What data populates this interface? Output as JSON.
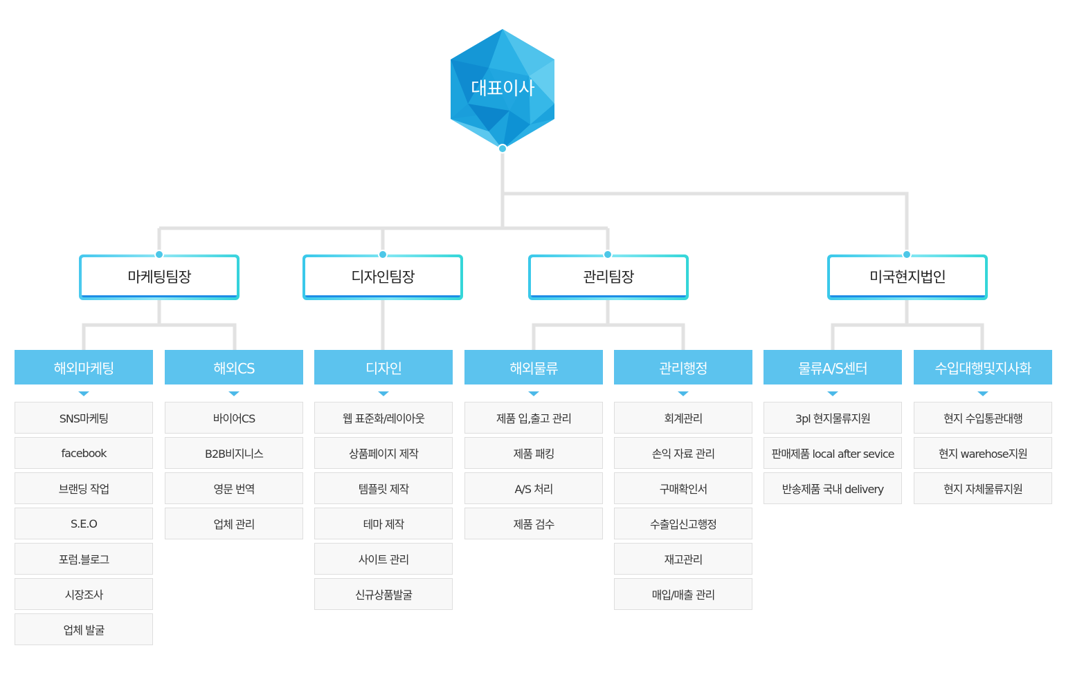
{
  "ceo": {
    "label": "대표이사"
  },
  "colors": {
    "connector": "#e2e2e2",
    "ceo_primary": "#1ca3dd",
    "head_gradient": [
      "#39c8ea",
      "#7fe6f2",
      "#33d6d8"
    ],
    "head_bottom": "#1d8de6",
    "dept_fill": "#5cc3ee",
    "task_fill": "#f8f8f8",
    "task_border": "#dedede"
  },
  "heads": [
    {
      "label": "마케팅팀장"
    },
    {
      "label": "디자인팀장"
    },
    {
      "label": "관리팀장"
    },
    {
      "label": "미국현지법인"
    }
  ],
  "departments": [
    {
      "title": "해외마케팅",
      "tasks": [
        "SNS마케팅",
        "facebook",
        "브랜딩 작업",
        "S.E.O",
        "포럼.블로그",
        "시장조사",
        "업체 발굴"
      ]
    },
    {
      "title": "해외CS",
      "tasks": [
        "바이어CS",
        "B2B비지니스",
        "영문 번역",
        "업체 관리"
      ]
    },
    {
      "title": "디자인",
      "tasks": [
        "웹 표준화/레이아웃",
        "상품페이지 제작",
        "템플릿 제작",
        "테마 제작",
        "사이트 관리",
        "신규상품발굴"
      ]
    },
    {
      "title": "해외물류",
      "tasks": [
        "제품 입,출고 관리",
        "제품 패킹",
        "A/S 처리",
        "제품 검수"
      ]
    },
    {
      "title": "관리행정",
      "tasks": [
        "회계관리",
        "손익 자료 관리",
        "구매확인서",
        "수출입신고행정",
        "재고관리",
        "매입/매출 관리"
      ]
    },
    {
      "title": "물류A/S센터",
      "tasks": [
        "3pl 현지물류지원",
        "판매제품 local after sevice",
        "반송제품 국내 delivery"
      ]
    },
    {
      "title": "수입대행및지사화",
      "tasks": [
        "현지 수입통관대행",
        "현지 warehose지원",
        "현지 자체물류지원"
      ]
    }
  ]
}
